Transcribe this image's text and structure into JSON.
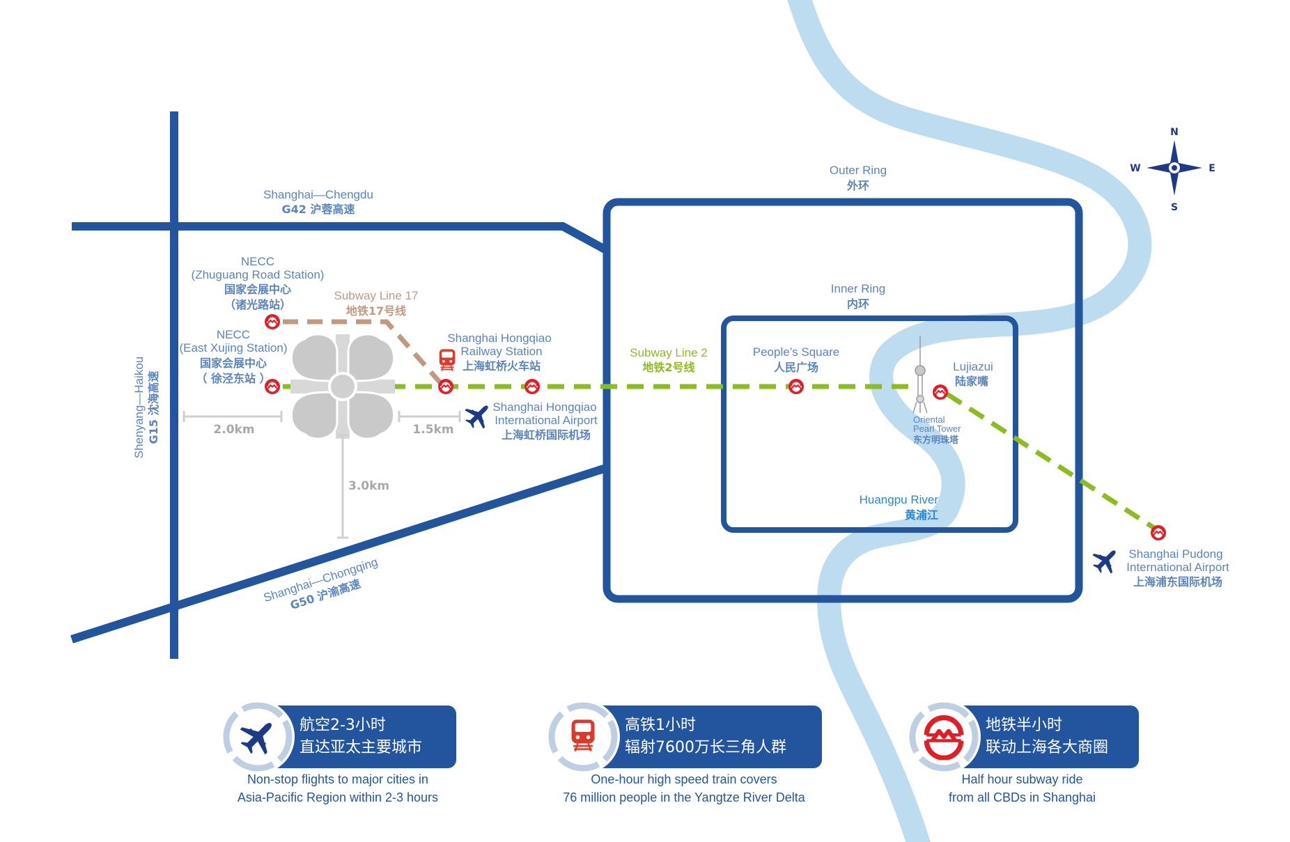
{
  "colors": {
    "highway": "#22559d",
    "river": "#bddcef",
    "subway_line_2": "#8bbd1e",
    "subway_line_17": "#c09a80",
    "metro_red": "#e31d25",
    "label_blue": "#5b84bd",
    "distance_gray": "#a8a8a8",
    "compass": "#1c3a86"
  },
  "compass": {
    "n": "N",
    "s": "S",
    "e": "E",
    "w": "W"
  },
  "highways": {
    "g42": {
      "en": "Shanghai—Chengdu",
      "cn": "G42 沪蓉高速"
    },
    "g15": {
      "en": "Shenyang—Haikou",
      "cn": "G15 沈海高速"
    },
    "g50": {
      "en": "Shanghai—Chongqing",
      "cn": "G50 沪渝高速"
    }
  },
  "rings": {
    "outer": {
      "en": "Outer Ring",
      "cn": "外环"
    },
    "inner": {
      "en": "Inner Ring",
      "cn": "内环"
    }
  },
  "subway_lines": {
    "line17": {
      "en": "Subway Line 17",
      "cn": "地铁17号线"
    },
    "line2": {
      "en": "Subway Line 2",
      "cn": "地铁2号线"
    }
  },
  "stations": {
    "zhuguang": {
      "en1": "NECC",
      "en2": "(Zhuguang Road Station)",
      "cn1": "国家会展中心",
      "cn2": "（诸光路站）"
    },
    "east_xujing": {
      "en1": "NECC",
      "en2": "(East Xujing Station)",
      "cn1": "国家会展中心",
      "cn2": "（ 徐泾东站 ）"
    },
    "hongqiao_rail": {
      "en1": "Shanghai Hongqiao",
      "en2": "Railway Station",
      "cn": "上海虹桥火车站"
    },
    "hongqiao_airport": {
      "en1": "Shanghai Hongqiao",
      "en2": "International Airport",
      "cn": "上海虹桥国际机场"
    },
    "peoples_square": {
      "en": "People’s Square",
      "cn": "人民广场"
    },
    "lujiazui": {
      "en": "Lujiazui",
      "cn": "陆家嘴"
    },
    "pudong_airport": {
      "en1": "Shanghai Pudong",
      "en2": "International Airport",
      "cn": "上海浦东国际机场"
    }
  },
  "landmarks": {
    "pearl_tower": {
      "en1": "Oriental",
      "en2": "Pearl Tower",
      "cn": "东方明珠塔"
    },
    "huangpu": {
      "en": "Huangpu River",
      "cn": "黄浦江"
    }
  },
  "distances": {
    "west": "2.0km",
    "east": "1.5km",
    "south": "3.0km"
  },
  "features": [
    {
      "icon": "airplane-icon",
      "cn1": "航空2-3小时",
      "cn2": "直达亚太主要城市",
      "en1": "Non-stop flights to major cities in",
      "en2": "Asia-Pacific Region within 2-3 hours"
    },
    {
      "icon": "train-icon",
      "cn1": "高铁1小时",
      "cn2": "辐射7600万长三角人群",
      "en1": "One-hour high speed train covers",
      "en2": "76 million people in the Yangtze River Delta"
    },
    {
      "icon": "metro-logo-icon",
      "cn1": "地铁半小时",
      "cn2": "联动上海各大商圈",
      "en1": "Half hour subway ride",
      "en2": "from all CBDs in Shanghai"
    }
  ]
}
